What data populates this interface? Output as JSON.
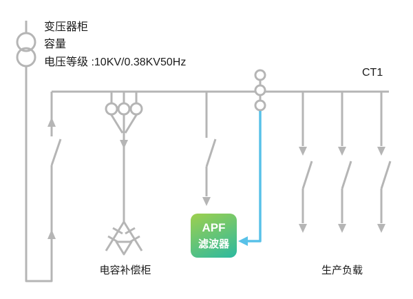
{
  "colors": {
    "line_gray": "#b5b5b5",
    "accent_blue": "#58c1e8",
    "apf_gradient_start": "#9ed04d",
    "apf_gradient_end": "#2cb9a0",
    "text": "#1a1a1a"
  },
  "labels": {
    "transformer_cabinet": "变压器柜",
    "capacity": "容量",
    "voltage_level": "电压等级 :10KV/0.38KV50Hz",
    "ct1": "CT1",
    "capacitor_cabinet": "电容补偿柜",
    "production_load": "生产负载"
  },
  "apf_box": {
    "line1": "APF",
    "line2": "滤波器"
  }
}
